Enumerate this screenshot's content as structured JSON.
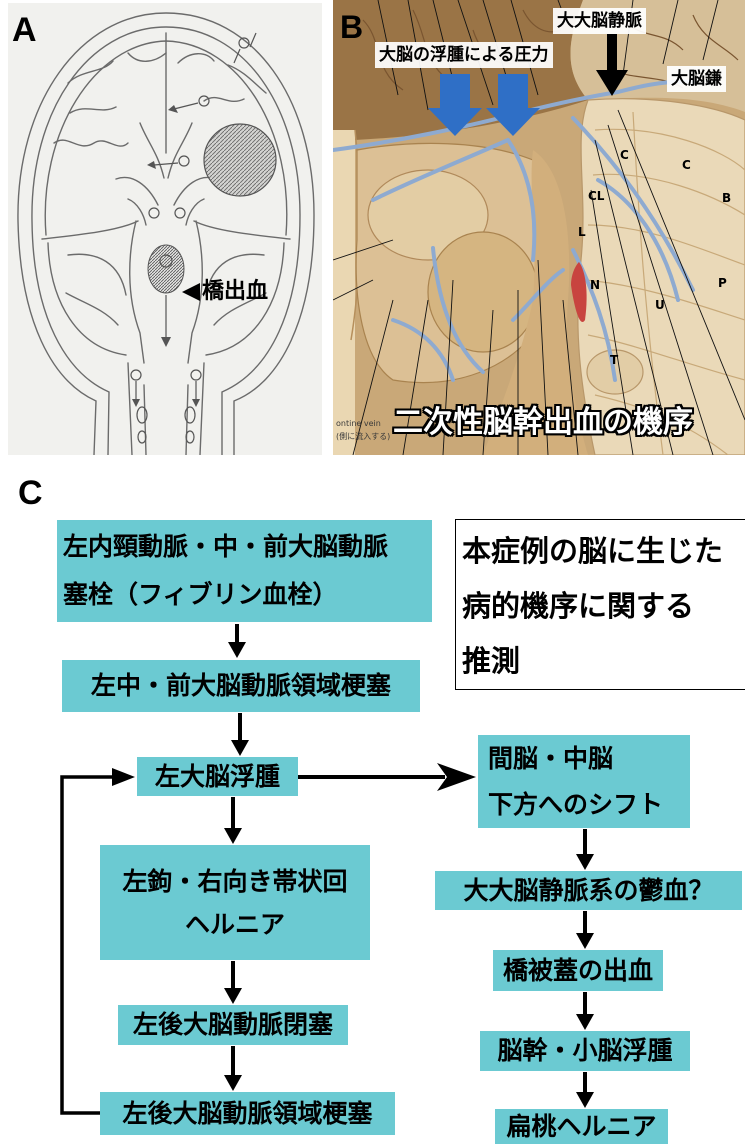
{
  "figure": {
    "panel_a": {
      "label": "A",
      "pons_label": "橋出血",
      "pointer_icon": "left-pointer-triangle"
    },
    "panel_b": {
      "label": "B",
      "great_cerebral_vein_label": "大大脳静脈",
      "pressure_label": "大脳の浮腫による圧力",
      "falx_label": "大脳鎌",
      "structure_letters": [
        "C",
        "C",
        "CL",
        "B",
        "L",
        "N",
        "U",
        "P",
        "T"
      ],
      "caption": "二次性脳幹出血の機序",
      "fragments": [
        "ontine vein",
        "(側に流入する)"
      ]
    },
    "panel_c": {
      "label": "C",
      "note_lines": [
        "本症例の脳に生じた",
        "病的機序に関する",
        "推測"
      ],
      "boxes": {
        "embolism": [
          "左内頸動脈・中・前大脳動脈",
          "塞栓（フィブリン血栓）"
        ],
        "mca_aca_infarct": "左中・前大脳動脈領域梗塞",
        "edema": "左大脳浮腫",
        "uncal_herniation": [
          "左鉤・右向き帯状回",
          "ヘルニア"
        ],
        "pca_occlusion": "左後大脳動脈閉塞",
        "pca_infarct": "左後大脳動脈領域梗塞",
        "shift": [
          "間脳・中脳",
          "下方へのシフト"
        ],
        "venous_congestion": "大大脳静脈系の鬱血？",
        "tegmentum_hemorrhage": "橋被蓋の出血",
        "brainstem_edema": "脳幹・小脳浮腫",
        "tonsillar_herniation": "扁桃ヘルニア"
      }
    }
  },
  "colors": {
    "box_fill": "#6bcad2",
    "pressure_arrow": "#2f6fc6"
  }
}
